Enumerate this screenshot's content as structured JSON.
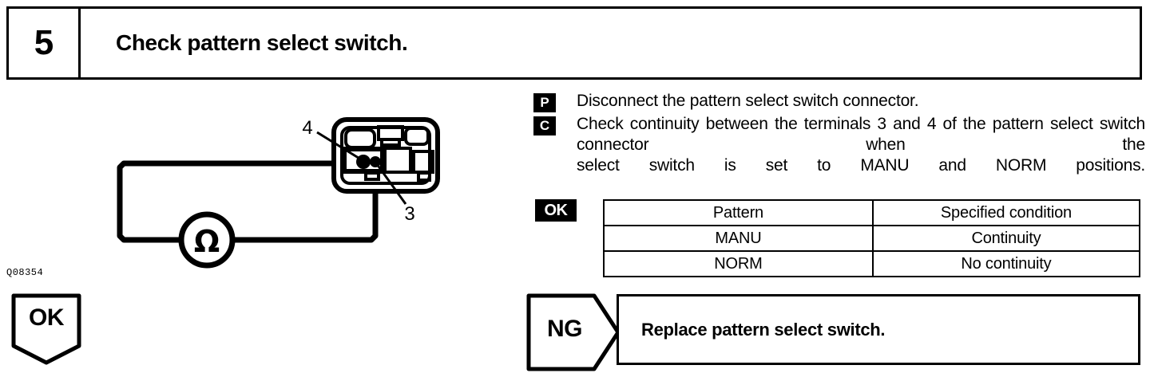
{
  "header": {
    "step_number": "5",
    "title": "Check pattern select switch."
  },
  "instructions": [
    {
      "badge": "P",
      "text": "Disconnect the pattern select switch connector."
    },
    {
      "badge": "C",
      "text": "Check continuity between the terminals 3 and 4 of the pattern select switch connector when the",
      "last_line": "select switch is set to MANU and NORM positions."
    }
  ],
  "result": {
    "ok_badge": "OK",
    "table": {
      "headers": [
        "Pattern",
        "Specified condition"
      ],
      "rows": [
        [
          "MANU",
          "Continuity"
        ],
        [
          "NORM",
          "No continuity"
        ]
      ]
    }
  },
  "branches": {
    "ok_label": "OK",
    "ng_label": "NG",
    "ng_action": "Replace pattern select switch."
  },
  "figure": {
    "id": "Q08354",
    "meter_symbol": "Ω",
    "terminal_labels": [
      "4",
      "3"
    ]
  }
}
